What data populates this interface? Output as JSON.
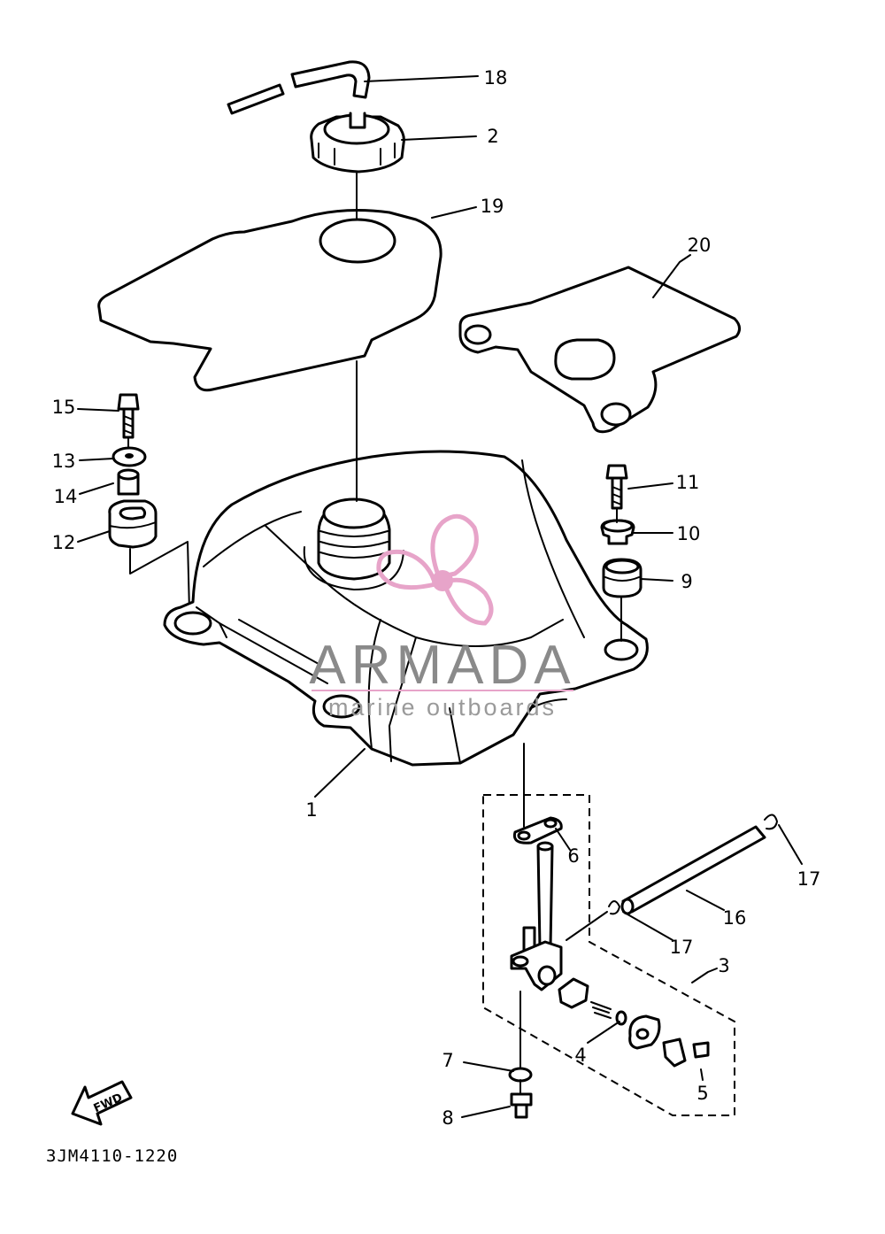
{
  "callouts": [
    "18",
    "2",
    "19",
    "20",
    "15",
    "13",
    "14",
    "12",
    "11",
    "10",
    "9",
    "1",
    "6",
    "17",
    "16",
    "3",
    "4",
    "7",
    "5",
    "8"
  ],
  "fwd_label": "FWD",
  "diagram_code": "3JM4110-1220",
  "watermark": {
    "brand": "ARMADA",
    "tagline": "marine outboards",
    "accent_color": "#e7a4c9"
  }
}
